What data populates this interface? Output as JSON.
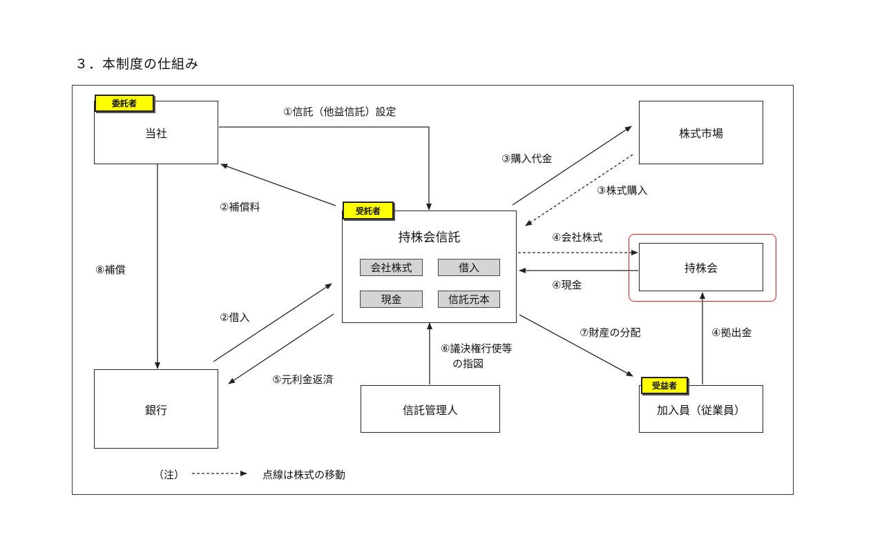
{
  "heading": "３．本制度の仕組み",
  "boxes": {
    "company": "当社",
    "stock_market": "株式市場",
    "trust": "持株会信託",
    "assoc": "持株会",
    "bank": "銀行",
    "trust_admin": "信託管理人",
    "members": "加入員（従業員）"
  },
  "trust_items": {
    "company_stock": "会社株式",
    "loan": "借入",
    "cash": "現金",
    "principal": "信託元本"
  },
  "tags": {
    "settlor": "委託者",
    "trustee": "受託者",
    "beneficiary": "受益者"
  },
  "labels": {
    "l1": "①信託（他益信託）設定",
    "l2a": "②補償料",
    "l2b": "②借入",
    "l3a": "③購入代金",
    "l3b": "③株式購入",
    "l4a": "④会社株式",
    "l4b": "④現金",
    "l4c": "④拠出金",
    "l5": "⑤元利金返済",
    "l6a": "⑥議決権行使等",
    "l6b": "の指図",
    "l7": "⑦財産の分配",
    "l8": "⑧補償"
  },
  "note": {
    "prefix": "（注）",
    "text": "点線は株式の移動"
  }
}
